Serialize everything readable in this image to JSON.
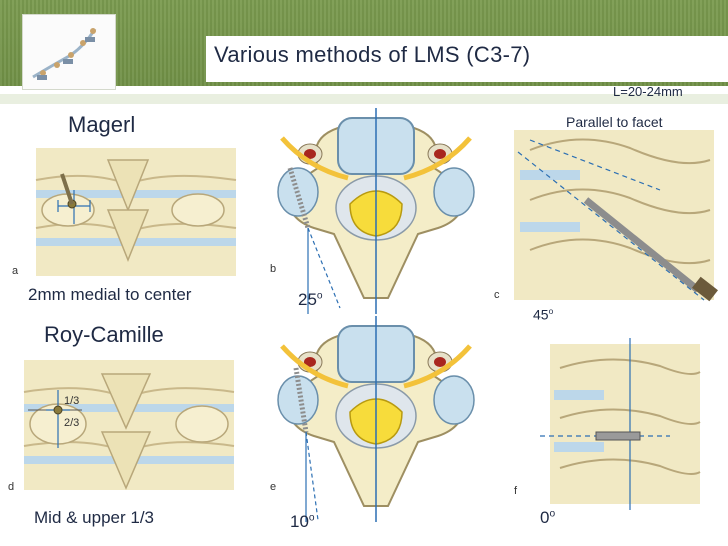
{
  "slide": {
    "title": "Various methods of LMS (C3-7)",
    "length_note": "L=20-24mm"
  },
  "methods": [
    {
      "name": "Magerl",
      "description": "2mm medial to center",
      "axial_angle": "25",
      "sagittal_note": "Parallel to facet",
      "sagittal_angle": "45",
      "angle_unit": "o",
      "panels": [
        "a",
        "b",
        "c"
      ]
    },
    {
      "name": "Roy-Camille",
      "description": "Mid & upper 1/3",
      "axial_angle": "10",
      "sagittal_angle": "0",
      "angle_unit": "o",
      "fractions": [
        "1/3",
        "2/3"
      ],
      "panels": [
        "d",
        "e",
        "f"
      ]
    }
  ],
  "colors": {
    "banner": "#769650",
    "text": "#1f2a44",
    "bone": "#f4edc8",
    "disc": "#c9e0ee",
    "cord": "#f7dc3b",
    "nerve": "#f3c23a",
    "guide_line": "#2c6fb3"
  }
}
